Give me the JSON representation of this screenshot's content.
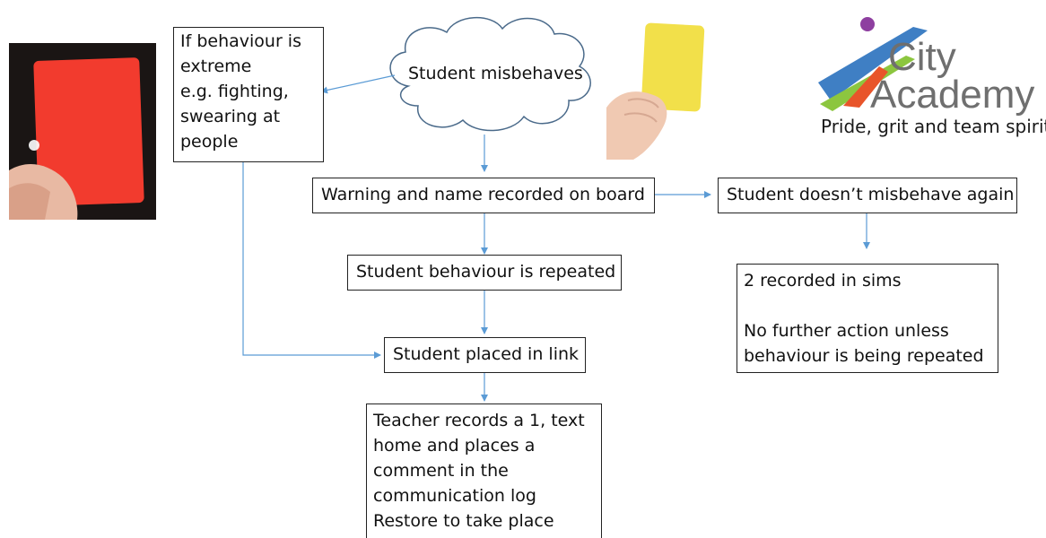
{
  "cloud": {
    "label": "Student misbehaves"
  },
  "extreme_box": {
    "lines": [
      "If behaviour is",
      "extreme",
      "e.g. fighting,",
      "swearing at",
      "people"
    ]
  },
  "warning_box": {
    "label": "Warning and name recorded on board"
  },
  "no_repeat_box": {
    "label": "Student doesn’t misbehave again"
  },
  "repeated_box": {
    "label": "Student behaviour is repeated"
  },
  "sims_box": {
    "lines": [
      "2 recorded in sims",
      "",
      "No further action unless",
      "behaviour is being repeated"
    ]
  },
  "link_box": {
    "label": "Student placed in link"
  },
  "teacher_box": {
    "lines": [
      "Teacher records a 1, text",
      "home and places a",
      "comment in the",
      "communication log",
      "Restore to take place"
    ]
  },
  "logo": {
    "word1": "City",
    "word2": "Academy",
    "tagline": "Pride, grit and team spirit."
  },
  "colors": {
    "arrow": "#5b9bd5",
    "red_card": "#f23b2e",
    "yellow_card": "#f2e04a",
    "logo_blue": "#3f7fc4",
    "logo_green": "#8cc63f",
    "logo_orange": "#e8542a",
    "logo_purple": "#8e3fa0"
  }
}
